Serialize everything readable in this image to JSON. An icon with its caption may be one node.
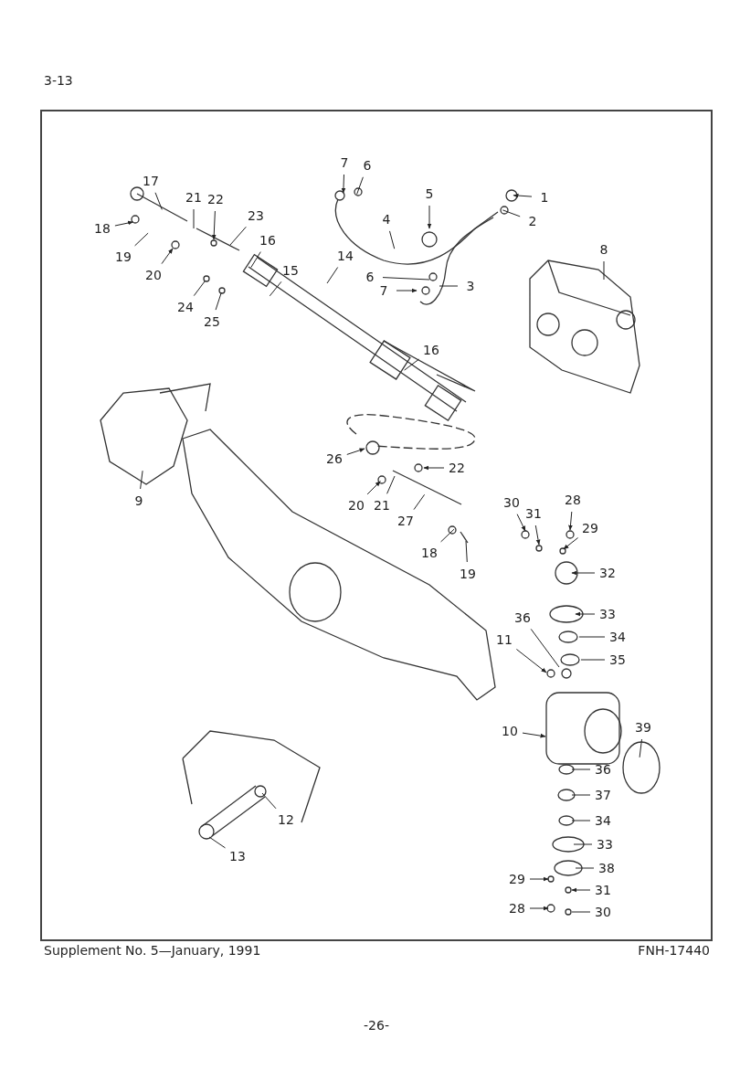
{
  "diagram": {
    "nodes": [
      {
        "text": [
          "17"
        ]
      },
      {
        "text": [
          "21"
        ]
      },
      {
        "text": [
          "22"
        ]
      },
      {
        "text": [
          "23"
        ]
      },
      {
        "text": [
          "18"
        ]
      },
      {
        "text": [
          "19"
        ]
      },
      {
        "text": [
          "20"
        ]
      },
      {
        "text": [
          "16"
        ]
      },
      {
        "text": [
          "24"
        ]
      },
      {
        "text": [
          "25"
        ]
      },
      {
        "text": [
          "15"
        ]
      },
      {
        "text": [
          "14"
        ]
      },
      {
        "text": [
          "7"
        ]
      },
      {
        "text": [
          "6"
        ]
      },
      {
        "text": [
          "5"
        ]
      },
      {
        "text": [
          "4"
        ]
      },
      {
        "text": [
          "1"
        ]
      },
      {
        "text": [
          "2"
        ]
      },
      {
        "text": [
          "6"
        ]
      },
      {
        "text": [
          "7"
        ]
      },
      {
        "text": [
          "3"
        ]
      },
      {
        "text": [
          "8"
        ]
      },
      {
        "text": [
          "16"
        ]
      },
      {
        "text": [
          "26"
        ]
      },
      {
        "text": [
          "22"
        ]
      },
      {
        "text": [
          "9"
        ]
      },
      {
        "text": [
          "20"
        ]
      },
      {
        "text": [
          "21"
        ]
      },
      {
        "text": [
          "27"
        ]
      },
      {
        "text": [
          "18"
        ]
      },
      {
        "text": [
          "19"
        ]
      },
      {
        "text": [
          "30"
        ]
      },
      {
        "text": [
          "31"
        ]
      },
      {
        "text": [
          "28"
        ]
      },
      {
        "text": [
          "29"
        ]
      },
      {
        "text": [
          "32"
        ]
      },
      {
        "text": [
          "33"
        ]
      },
      {
        "text": [
          "34"
        ]
      },
      {
        "text": [
          "11"
        ]
      },
      {
        "text": [
          "36"
        ]
      },
      {
        "text": [
          "35"
        ]
      },
      {
        "text": [
          "10"
        ]
      },
      {
        "text": [
          "39"
        ]
      },
      {
        "text": [
          "36"
        ]
      },
      {
        "text": [
          "37"
        ]
      },
      {
        "text": [
          "34"
        ]
      },
      {
        "text": [
          "33"
        ]
      },
      {
        "text": [
          "38"
        ]
      },
      {
        "text": [
          "29"
        ]
      },
      {
        "text": [
          "31"
        ]
      },
      {
        "text": [
          "28"
        ]
      },
      {
        "text": [
          "30"
        ]
      },
      {
        "text": [
          "12"
        ]
      },
      {
        "text": [
          "13"
        ]
      }
    ],
    "edges": [
      {
        "from": 0,
        "to": null,
        "arrow": "none"
      },
      {
        "from": 1,
        "to": null,
        "arrow": "none"
      },
      {
        "from": 2,
        "to": null,
        "arrow": "to"
      },
      {
        "from": 3,
        "to": null,
        "arrow": "none"
      },
      {
        "from": 4,
        "to": null,
        "arrow": "to"
      },
      {
        "from": 5,
        "to": null,
        "arrow": "none"
      },
      {
        "from": 6,
        "to": null,
        "arrow": "to"
      },
      {
        "from": 7,
        "to": null,
        "arrow": "none"
      },
      {
        "from": 8,
        "to": null,
        "arrow": "none"
      },
      {
        "from": 9,
        "to": null,
        "arrow": "none"
      },
      {
        "from": 10,
        "to": null,
        "arrow": "none"
      },
      {
        "from": 11,
        "to": null,
        "arrow": "none"
      },
      {
        "from": 12,
        "to": null,
        "arrow": "to"
      },
      {
        "from": 13,
        "to": null,
        "arrow": "none"
      },
      {
        "from": 14,
        "to": null,
        "arrow": "to"
      },
      {
        "from": 15,
        "to": null,
        "arrow": "none"
      },
      {
        "from": 16,
        "to": null,
        "arrow": "to"
      },
      {
        "from": 17,
        "to": null,
        "arrow": "none"
      },
      {
        "from": 18,
        "to": null,
        "arrow": "none"
      },
      {
        "from": 19,
        "to": null,
        "arrow": "to"
      },
      {
        "from": 20,
        "to": null,
        "arrow": "none"
      },
      {
        "from": 21,
        "to": null,
        "arrow": "none"
      },
      {
        "from": 22,
        "to": null,
        "arrow": "none"
      },
      {
        "from": 23,
        "to": null,
        "arrow": "to"
      },
      {
        "from": 24,
        "to": null,
        "arrow": "to"
      },
      {
        "from": 25,
        "to": null,
        "arrow": "none"
      },
      {
        "from": 26,
        "to": null,
        "arrow": "to"
      },
      {
        "from": 27,
        "to": null,
        "arrow": "none"
      },
      {
        "from": 28,
        "to": null,
        "arrow": "none"
      },
      {
        "from": 29,
        "to": null,
        "arrow": "none"
      },
      {
        "from": 30,
        "to": null,
        "arrow": "none"
      },
      {
        "from": 31,
        "to": null,
        "arrow": "to"
      },
      {
        "from": 32,
        "to": null,
        "arrow": "to"
      },
      {
        "from": 33,
        "to": null,
        "arrow": "to"
      },
      {
        "from": 34,
        "to": null,
        "arrow": "to"
      },
      {
        "from": 35,
        "to": null,
        "arrow": "to"
      },
      {
        "from": 36,
        "to": null,
        "arrow": "to"
      },
      {
        "from": 37,
        "to": null,
        "arrow": "none"
      },
      {
        "from": 38,
        "to": null,
        "arrow": "to"
      },
      {
        "from": 39,
        "to": null,
        "arrow": "none"
      },
      {
        "from": 40,
        "to": null,
        "arrow": "none"
      },
      {
        "from": 41,
        "to": null,
        "arrow": "to"
      },
      {
        "from": 42,
        "to": null,
        "arrow": "none"
      },
      {
        "from": 43,
        "to": null,
        "arrow": "none"
      },
      {
        "from": 44,
        "to": null,
        "arrow": "none"
      },
      {
        "from": 45,
        "to": null,
        "arrow": "none"
      },
      {
        "from": 46,
        "to": null,
        "arrow": "none"
      },
      {
        "from": 47,
        "to": null,
        "arrow": "none"
      },
      {
        "from": 48,
        "to": null,
        "arrow": "to"
      },
      {
        "from": 49,
        "to": null,
        "arrow": "to"
      },
      {
        "from": 50,
        "to": null,
        "arrow": "to"
      },
      {
        "from": 51,
        "to": null,
        "arrow": "none"
      },
      {
        "from": 52,
        "to": null,
        "arrow": "none"
      },
      {
        "from": 53,
        "to": null,
        "arrow": "none"
      }
    ],
    "labels": [
      "3-13",
      "Supplement No. 5—January, 1991",
      "FNH-17440",
      "-26-"
    ]
  }
}
